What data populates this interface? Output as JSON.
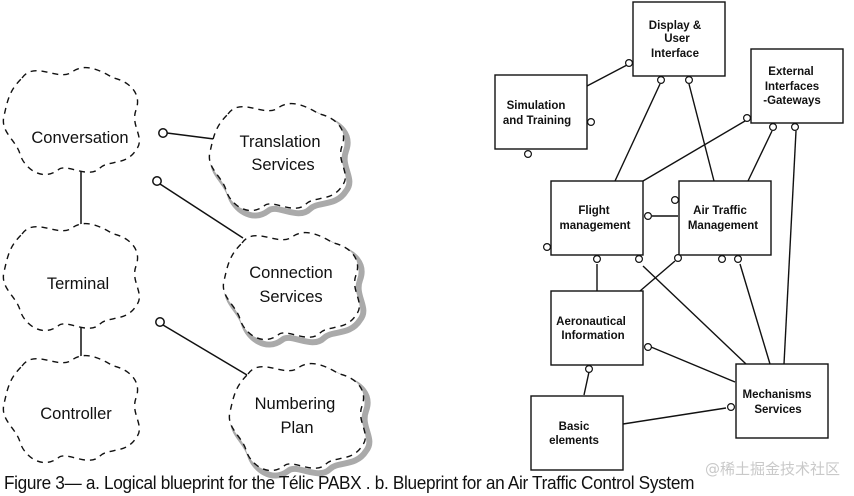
{
  "figure": {
    "caption": "Figure 3— a. Logical blueprint for the Télic PABX . b. Blueprint for an Air Traffic Control System",
    "watermark": "@稀土掘金技术社区"
  },
  "diagram_a": {
    "title": "Logical blueprint for the Télic PABX",
    "nodes": [
      {
        "id": "conversation",
        "lines": [
          "Conversation"
        ],
        "shadowed": false
      },
      {
        "id": "translation",
        "lines": [
          "Translation",
          "Services"
        ],
        "shadowed": true
      },
      {
        "id": "terminal",
        "lines": [
          "Terminal"
        ],
        "shadowed": false
      },
      {
        "id": "connection",
        "lines": [
          "Connection",
          "Services"
        ],
        "shadowed": true
      },
      {
        "id": "controller",
        "lines": [
          "Controller"
        ],
        "shadowed": false
      },
      {
        "id": "numbering",
        "lines": [
          "Numbering",
          "Plan"
        ],
        "shadowed": true
      }
    ],
    "edges": [
      {
        "from": "conversation",
        "to": "translation",
        "type": "uses"
      },
      {
        "from": "conversation",
        "to": "connection",
        "type": "uses"
      },
      {
        "from": "conversation",
        "to": "terminal",
        "type": "association"
      },
      {
        "from": "terminal",
        "to": "controller",
        "type": "association"
      },
      {
        "from": "terminal",
        "to": "numbering",
        "type": "uses"
      }
    ]
  },
  "diagram_b": {
    "title": "Blueprint for an Air Traffic Control System",
    "nodes": [
      {
        "id": "display",
        "lines": [
          "Display &",
          "User",
          "Interface"
        ]
      },
      {
        "id": "simulation",
        "lines": [
          "Simulation",
          "and Training"
        ]
      },
      {
        "id": "external",
        "lines": [
          "External",
          "Interfaces",
          "-Gateways"
        ]
      },
      {
        "id": "flight",
        "lines": [
          "Flight",
          "management"
        ]
      },
      {
        "id": "atm",
        "lines": [
          "Air Traffic",
          "Management"
        ]
      },
      {
        "id": "aero",
        "lines": [
          "Aeronautical",
          "Information"
        ]
      },
      {
        "id": "mechanisms",
        "lines": [
          "Mechanisms",
          "Services"
        ]
      },
      {
        "id": "basic",
        "lines": [
          "Basic",
          "elements"
        ]
      }
    ],
    "edges": [
      {
        "from": "simulation",
        "to": "display"
      },
      {
        "from": "flight",
        "to": "display"
      },
      {
        "from": "atm",
        "to": "display"
      },
      {
        "from": "flight",
        "to": "external"
      },
      {
        "from": "atm",
        "to": "external"
      },
      {
        "from": "mechanisms",
        "to": "external"
      },
      {
        "from": "flight",
        "to": "atm"
      },
      {
        "from": "aero",
        "to": "flight"
      },
      {
        "from": "mechanisms",
        "to": "flight"
      },
      {
        "from": "aero",
        "to": "atm"
      },
      {
        "from": "mechanisms",
        "to": "atm"
      },
      {
        "from": "mechanisms",
        "to": "aero"
      },
      {
        "from": "basic",
        "to": "aero"
      },
      {
        "from": "basic",
        "to": "mechanisms"
      }
    ]
  }
}
